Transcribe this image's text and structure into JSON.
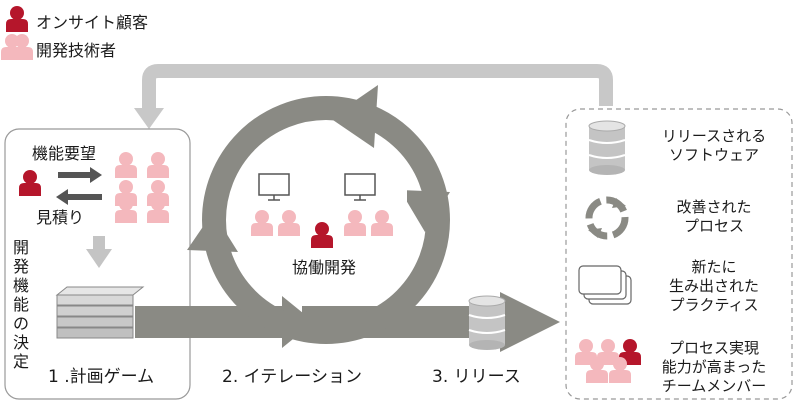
{
  "legend": {
    "onsite_customer": "オンサイト顧客",
    "developer": "開発技術者"
  },
  "planning": {
    "request": "機能要望",
    "estimate": "見積り",
    "decision_chars": [
      "開",
      "発",
      "機",
      "能",
      "の",
      "決",
      "定"
    ],
    "game_label": "1 .計画ゲーム"
  },
  "iteration": {
    "collab": "協働開発",
    "label": "2. イテレーション"
  },
  "release": {
    "label": "3. リリース"
  },
  "outcomes": {
    "software": [
      "リリースされる",
      "ソフトウェア"
    ],
    "process": [
      "改善された",
      "プロセス"
    ],
    "practice": [
      "新たに",
      "生み出された",
      "プラクティス"
    ],
    "members": [
      "プロセス実現",
      "能力が高まった",
      "チームメンバー"
    ]
  },
  "colors": {
    "customer": "#b5162b",
    "developer": "#f4b8bd",
    "arrow_gray": "#8a8a84",
    "light_gray": "#c8c8c8",
    "box_border": "#999999"
  }
}
